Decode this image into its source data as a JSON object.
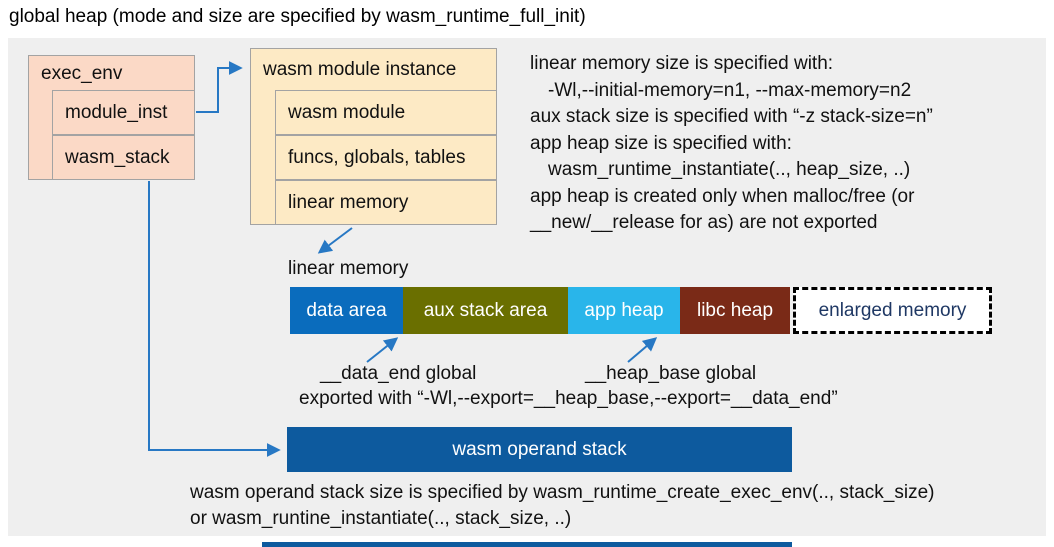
{
  "title": "global heap (mode and size are specified by wasm_runtime_full_init)",
  "exec_env_box": {
    "header": "exec_env",
    "rows": [
      "module_inst",
      "wasm_stack"
    ]
  },
  "module_instance_box": {
    "header": "wasm module instance",
    "rows": [
      "wasm module",
      "funcs, globals, tables",
      "linear memory"
    ]
  },
  "notes_right": {
    "lines": [
      "linear memory size is specified with:",
      "-Wl,--initial-memory=n1, --max-memory=n2",
      "aux stack size is specified with “-z stack-size=n”",
      "app heap size is specified with:",
      "wasm_runtime_instantiate(.., heap_size, ..)",
      "app heap is created only when malloc/free (or",
      "__new/__release for as) are not exported"
    ]
  },
  "linear_memory": {
    "label": "linear memory",
    "segments": [
      {
        "label": "data area",
        "color": "#0a6cbd",
        "text_color": "#ffffff"
      },
      {
        "label": "aux stack area",
        "color": "#6a6f00",
        "text_color": "#ffffff"
      },
      {
        "label": "app heap",
        "color": "#29b5ea",
        "text_color": "#ffffff"
      },
      {
        "label": "libc heap",
        "color": "#7a2a17",
        "text_color": "#ffffff"
      },
      {
        "label": "enlarged memory",
        "color": "#ffffff",
        "text_color": "#1f3864"
      }
    ]
  },
  "annotations": {
    "data_end_label": "__data_end global",
    "heap_base_label": "__heap_base global",
    "exported_line": "exported with “-Wl,--export=__heap_base,--export=__data_end”"
  },
  "operand_stack": {
    "label": "wasm operand stack",
    "color": "#0d5a9e"
  },
  "footer_lines": [
    "wasm operand stack size is specified by wasm_runtime_create_exec_env(.., stack_size)",
    "or wasm_runtine_instantiate(.., stack_size, ..)"
  ],
  "colors": {
    "panel_background": "#efefef",
    "struct_box_peach": "#fbd9c6",
    "struct_box_cream": "#fdeac5",
    "arrow_blue": "#2778c4"
  }
}
